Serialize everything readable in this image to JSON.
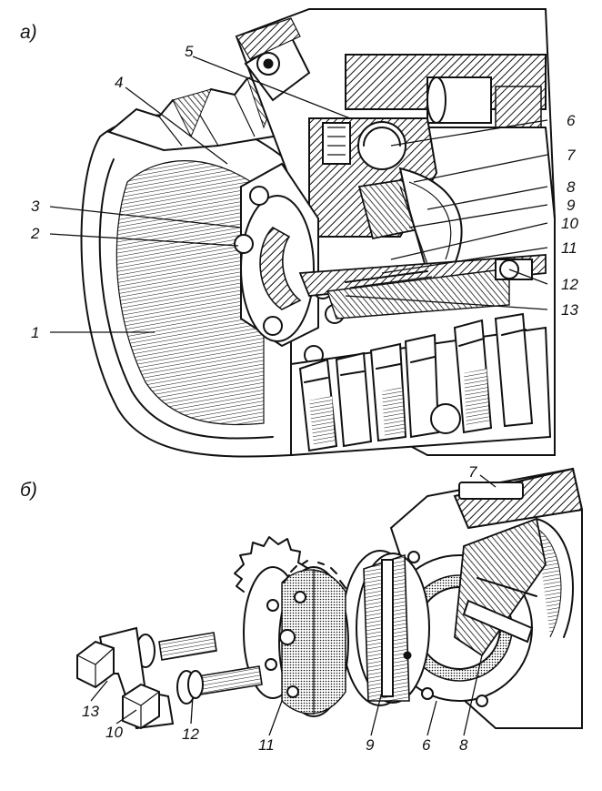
{
  "panels": {
    "a": {
      "label": "а)",
      "callouts": [
        "1",
        "2",
        "3",
        "4",
        "5",
        "6",
        "7",
        "8",
        "9",
        "10",
        "11",
        "12",
        "13"
      ]
    },
    "b": {
      "label": "б)",
      "callouts": [
        "7",
        "13",
        "10",
        "12",
        "11",
        "9",
        "6",
        "8"
      ]
    }
  },
  "colors": {
    "ink": "#111111",
    "paper": "#ffffff"
  }
}
